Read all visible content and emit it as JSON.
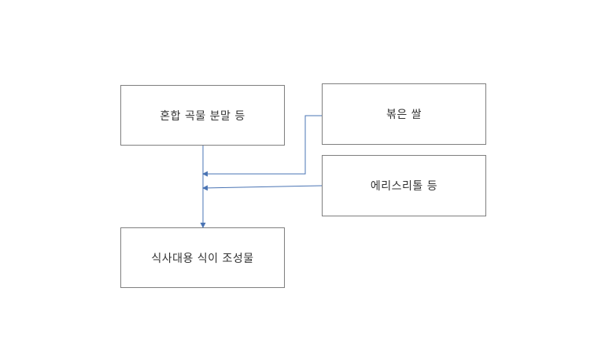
{
  "diagram": {
    "nodes": {
      "mixed_grain_powder": "혼합 곡물 분말 등",
      "roasted_rice": "볶은 쌀",
      "erythritol": "에리스리톨 등",
      "meal_replacement": "식사대용 식이 조성물"
    },
    "edges": [
      {
        "from": "mixed_grain_powder",
        "to": "meal_replacement"
      },
      {
        "from": "roasted_rice",
        "to": "meal_replacement"
      },
      {
        "from": "erythritol",
        "to": "meal_replacement"
      }
    ],
    "colors": {
      "box_border": "#7f7f7f",
      "arrow": "#4a74b4",
      "text": "#333333"
    }
  }
}
